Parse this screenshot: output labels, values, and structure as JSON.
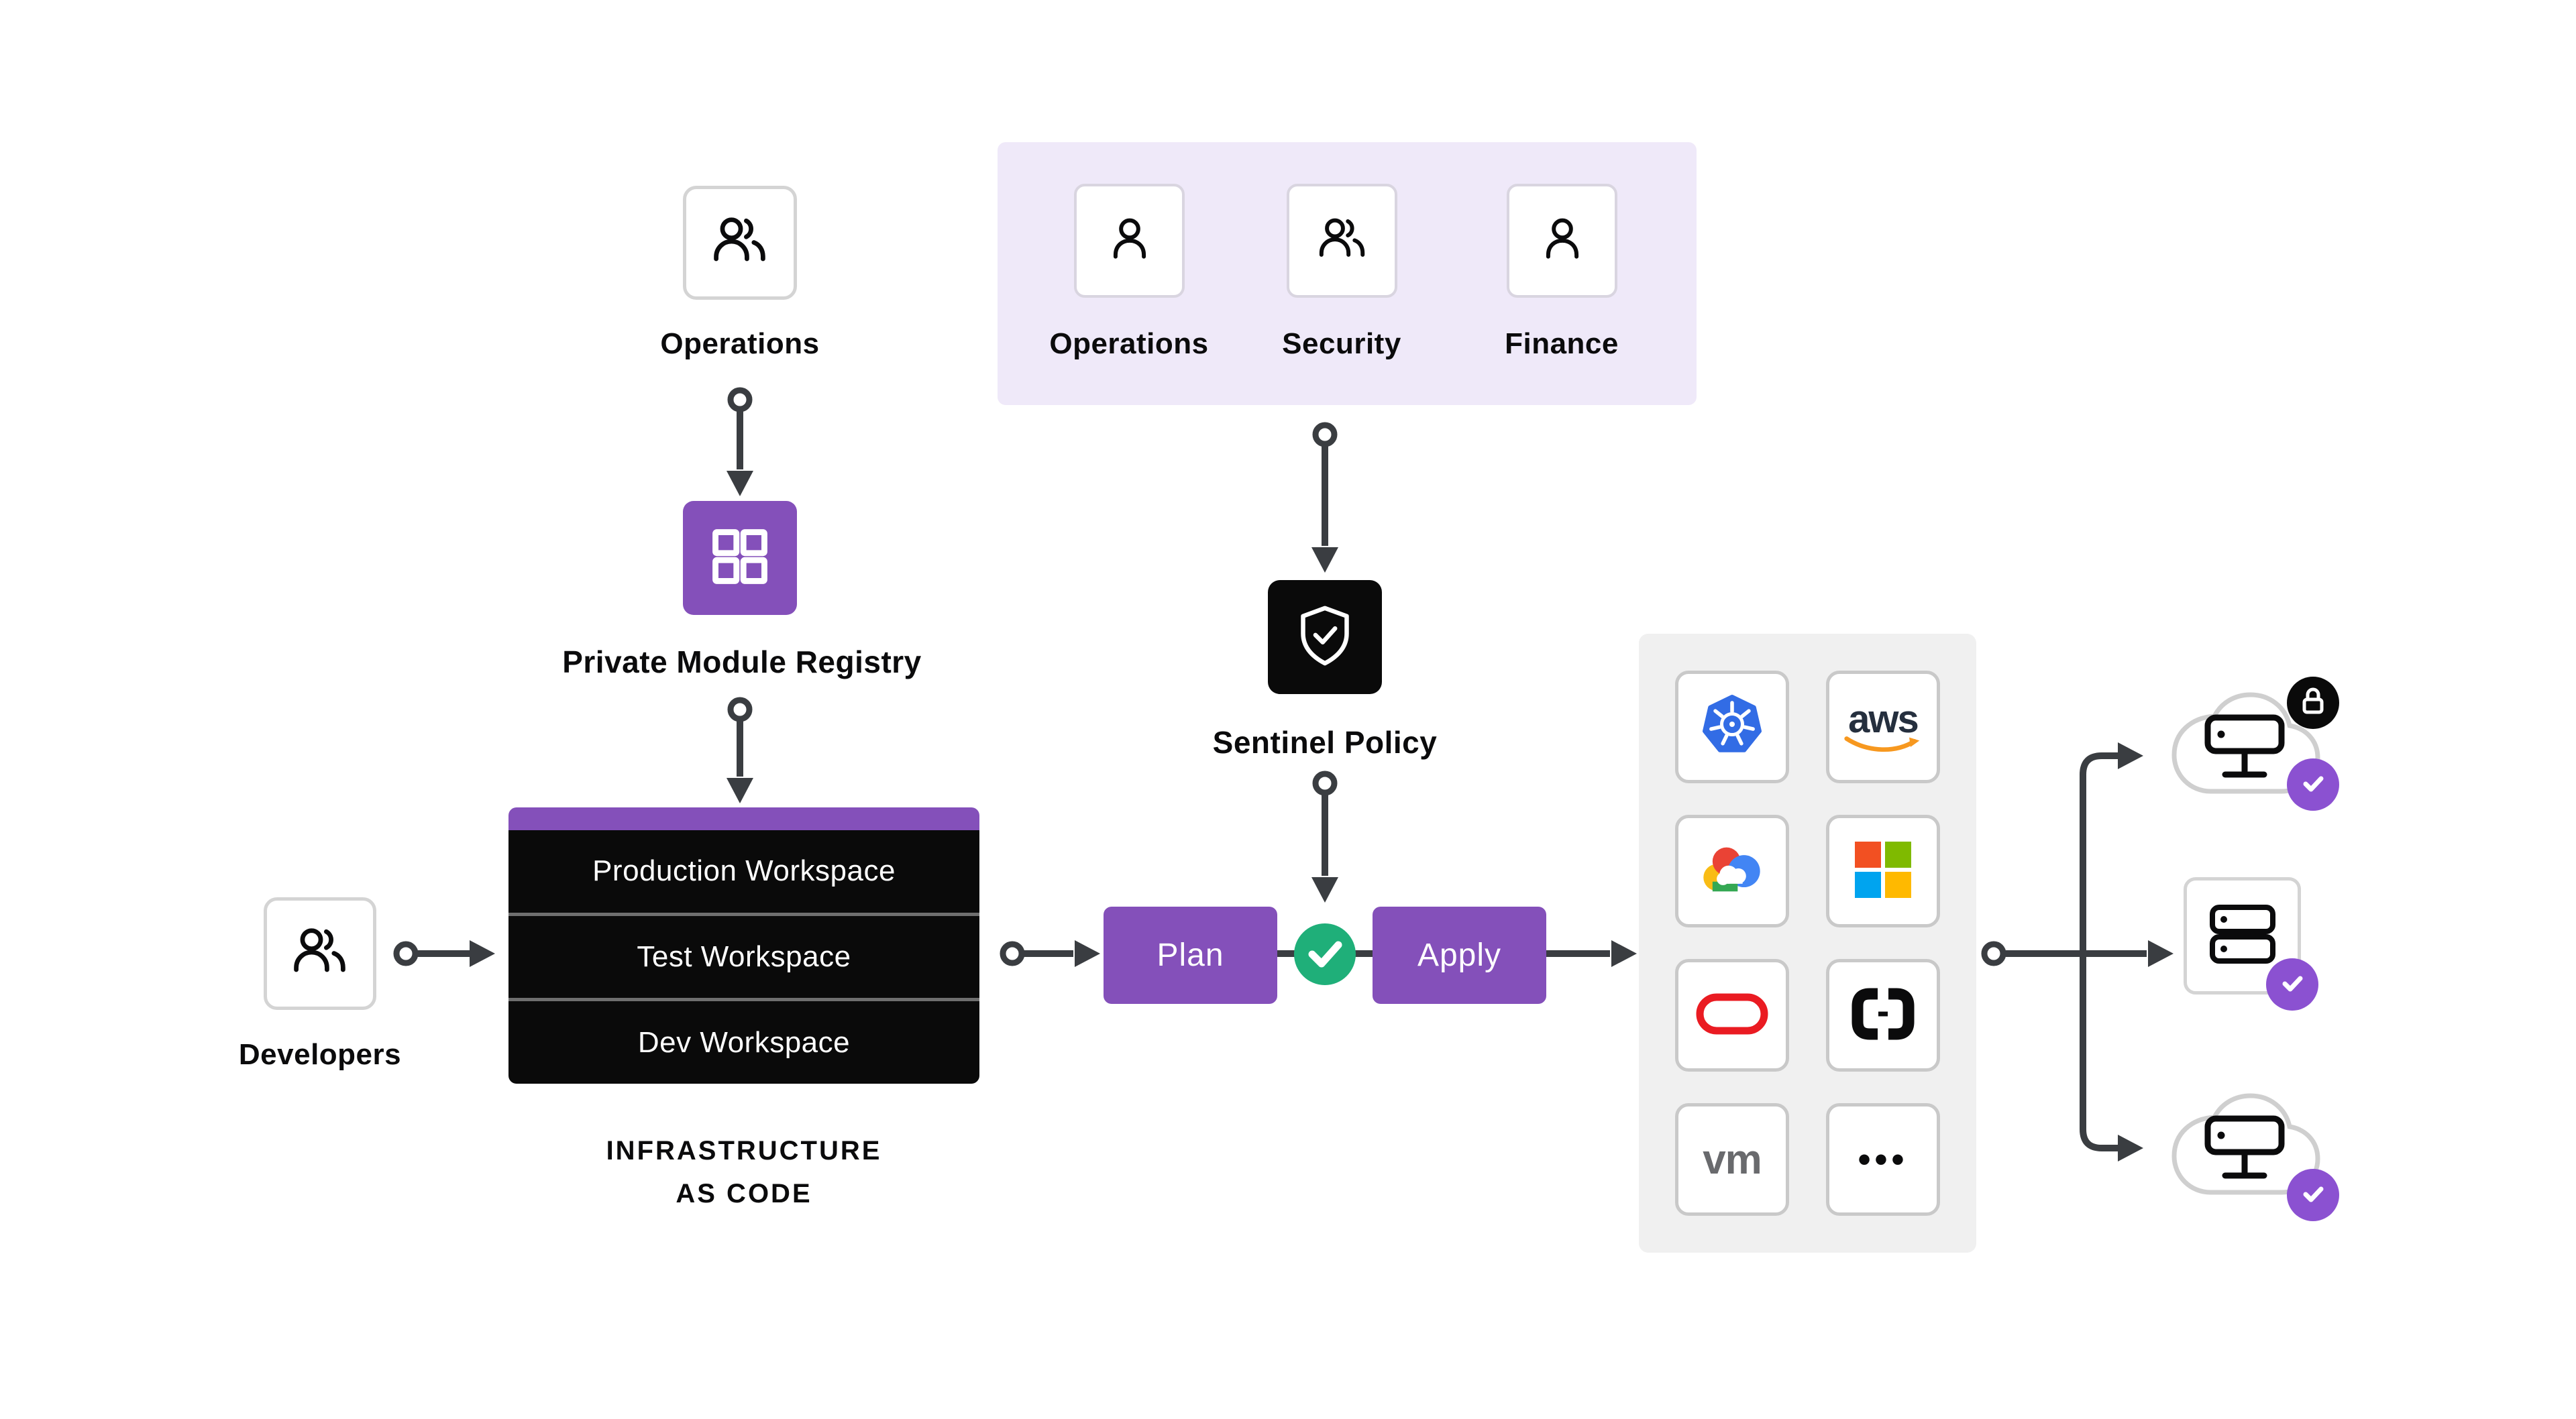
{
  "theme": {
    "purple": "#8450BA",
    "purple_badge": "#8B51D1",
    "lavender": "#EFE9F9",
    "green": "#1FAF79",
    "line": "#3A3D41",
    "panel_gray": "#F0F0F0",
    "ink": "#0B0B0C",
    "box_border": "#D4D4D4",
    "card_border": "#C9C9C9",
    "cloud_stroke": "#CFCFCF",
    "k8s_blue": "#326CE5",
    "aws_navy": "#252F3E",
    "aws_orange": "#F7981F",
    "oracle_red": "#EA1B22",
    "vm_gray": "#696A6D",
    "ms_red": "#F25022",
    "ms_green": "#7FBA00",
    "ms_blue": "#00A4EF",
    "ms_yellow": "#FFB900"
  },
  "actors": {
    "operations": {
      "label": "Operations",
      "icon": "users-icon"
    },
    "developers": {
      "label": "Developers",
      "icon": "users-icon"
    }
  },
  "registry": {
    "label": "Private Module Registry",
    "icon": "module-grid-icon"
  },
  "workspaces": {
    "items": [
      "Production Workspace",
      "Test Workspace",
      "Dev Workspace"
    ],
    "caption": [
      "INFRASTRUCTURE",
      "AS CODE"
    ]
  },
  "governance": {
    "teams": [
      {
        "label": "Operations",
        "icon": "user-icon"
      },
      {
        "label": "Security",
        "icon": "users-icon"
      },
      {
        "label": "Finance",
        "icon": "user-icon"
      }
    ],
    "sentinel": {
      "label": "Sentinel Policy",
      "icon": "shield-check-icon"
    }
  },
  "pipeline": {
    "plan": "Plan",
    "apply": "Apply",
    "gate_icon": "check-icon"
  },
  "providers": [
    {
      "name": "kubernetes",
      "icon": "kubernetes-icon"
    },
    {
      "name": "aws",
      "icon": "aws-icon",
      "text": "aws"
    },
    {
      "name": "google-cloud",
      "icon": "google-cloud-icon"
    },
    {
      "name": "microsoft",
      "icon": "microsoft-icon"
    },
    {
      "name": "oracle",
      "icon": "oracle-icon"
    },
    {
      "name": "custom-provider",
      "icon": "code-brackets-icon"
    },
    {
      "name": "vmware",
      "icon": "vmware-icon",
      "text": "vm"
    },
    {
      "name": "more-providers",
      "icon": "ellipsis-icon",
      "text": "•••"
    }
  ],
  "targets": [
    {
      "name": "locked-cloud",
      "icon": "cloud-server-icon",
      "badges": [
        "lock",
        "check"
      ]
    },
    {
      "name": "server-rack",
      "icon": "server-stack-icon",
      "badges": [
        "check"
      ]
    },
    {
      "name": "cloud",
      "icon": "cloud-server-icon",
      "badges": [
        "check"
      ]
    }
  ]
}
